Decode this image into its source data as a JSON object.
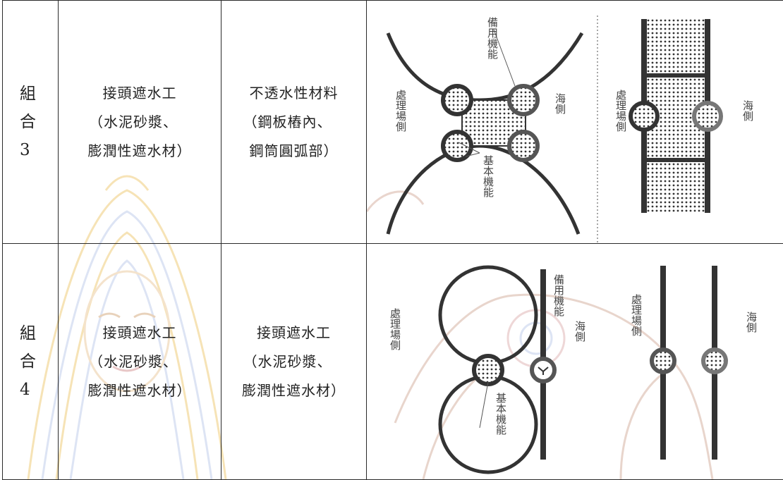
{
  "rows": [
    {
      "group": [
        "組",
        "合",
        "3"
      ],
      "col_a": [
        "接頭遮水工",
        "（水泥砂漿、",
        "膨潤性遮水材）"
      ],
      "col_b": [
        "不透水性材料",
        "（鋼板樁內、",
        "鋼筒圓弧部）"
      ],
      "figure": {
        "reserve_label": "備用機能",
        "basic_label": "基本機能",
        "plant_side_label": "處理場側",
        "sea_side_label": "海側"
      }
    },
    {
      "group": [
        "組",
        "合",
        "4"
      ],
      "col_a": [
        "接頭遮水工",
        "（水泥砂漿、",
        "膨潤性遮水材）"
      ],
      "col_b": [
        "接頭遮水工",
        "（水泥砂漿、",
        "膨潤性遮水材）"
      ],
      "figure": {
        "reserve_label": "備用機能",
        "basic_label": "基本機能",
        "plant_side_label": "處理場側",
        "sea_side_label": "海側"
      }
    }
  ]
}
